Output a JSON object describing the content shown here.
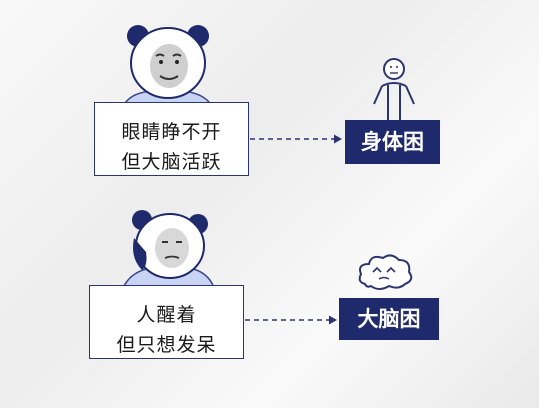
{
  "row1": {
    "lines": [
      "眼睛睁不开",
      "但大脑活跃"
    ],
    "result": "身体困"
  },
  "row2": {
    "lines": [
      "人醒着",
      "但只想发呆"
    ],
    "result": "大脑困"
  },
  "colors": {
    "navy": "#1e2a6b",
    "border": "#2b3470",
    "shirt": "#c9d3f3",
    "background": "#f1f1f1"
  },
  "icons": {
    "row1_figure": "stick-figure-icon",
    "row2_figure": "foggy-head-icon",
    "row1_panda": "panda-meme-icon",
    "row2_panda": "tired-panda-meme-icon"
  }
}
